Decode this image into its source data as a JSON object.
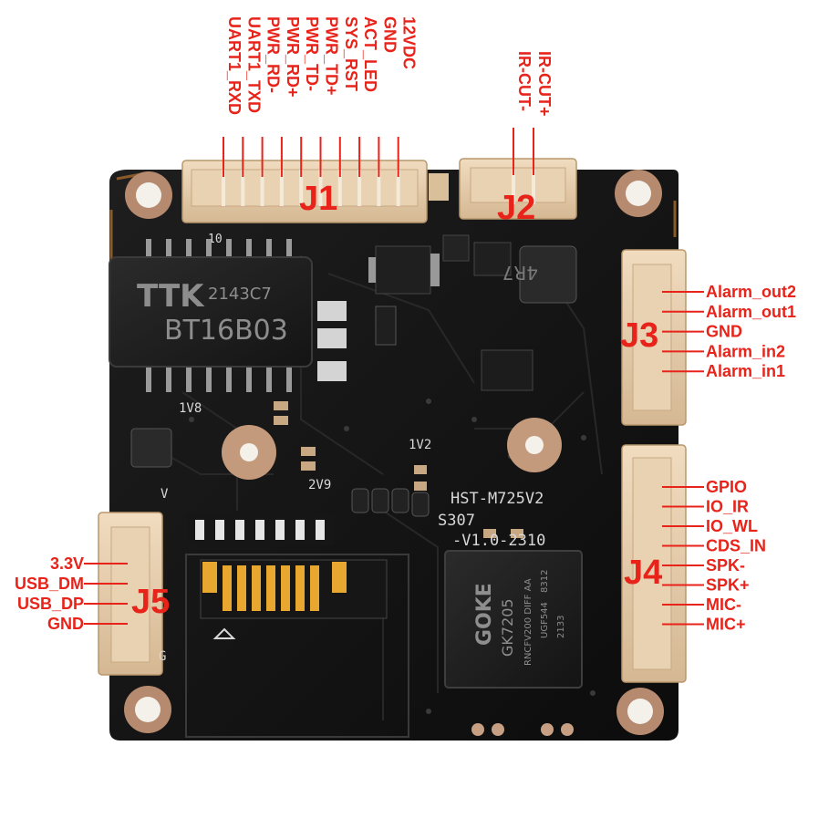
{
  "colors": {
    "accent_red": "#e8231a",
    "board": "#141414",
    "connector": "#e7cfae",
    "silkscreen": "#d8d8d8",
    "pad_ring": "#c9a48a"
  },
  "connectors": {
    "j1": {
      "label": "J1",
      "pins": [
        "UART1_RXD",
        "UART1_TXD",
        "PWR_RD-",
        "PWR_RD+",
        "PWR_TD-",
        "PWR_TD+",
        "SYS_RST",
        "ACT_LED",
        "GND",
        "12VDC"
      ],
      "pin_count_mark": "10"
    },
    "j2": {
      "label": "J2",
      "pins": [
        "IR-CUT-",
        "IR-CUT+"
      ]
    },
    "j3": {
      "label": "J3",
      "pins": [
        "Alarm_out2",
        "Alarm_out1",
        "GND",
        "Alarm_in2",
        "Alarm_in1"
      ]
    },
    "j4": {
      "label": "J4",
      "pins": [
        "GPIO",
        "IO_IR",
        "IO_WL",
        "CDS_IN",
        "SPK-",
        "SPK+",
        "MIC-",
        "MIC+"
      ]
    },
    "j5": {
      "label": "J5",
      "pins": [
        "3.3V",
        "USB_DM",
        "USB_DP",
        "GND"
      ]
    }
  },
  "board": {
    "model": "HST-M725V2",
    "model_line2": "S307",
    "model_line3": "-V1.0-2310",
    "silk_1v8": "1V8",
    "silk_1v2": "1V2",
    "silk_2v9": "2V9",
    "silk_5v": "V",
    "silk_g": "G"
  },
  "chips": {
    "transformer": {
      "brand": "TTK",
      "code": "2143C7",
      "part": "BT16B03"
    },
    "inductor": "4R7",
    "soc": {
      "brand": "GOKE",
      "part": "GK7205",
      "line2": "RNCFV200 DIFF AA",
      "line3": "UGF544",
      "line3b": "8312",
      "line4": "2133"
    }
  }
}
